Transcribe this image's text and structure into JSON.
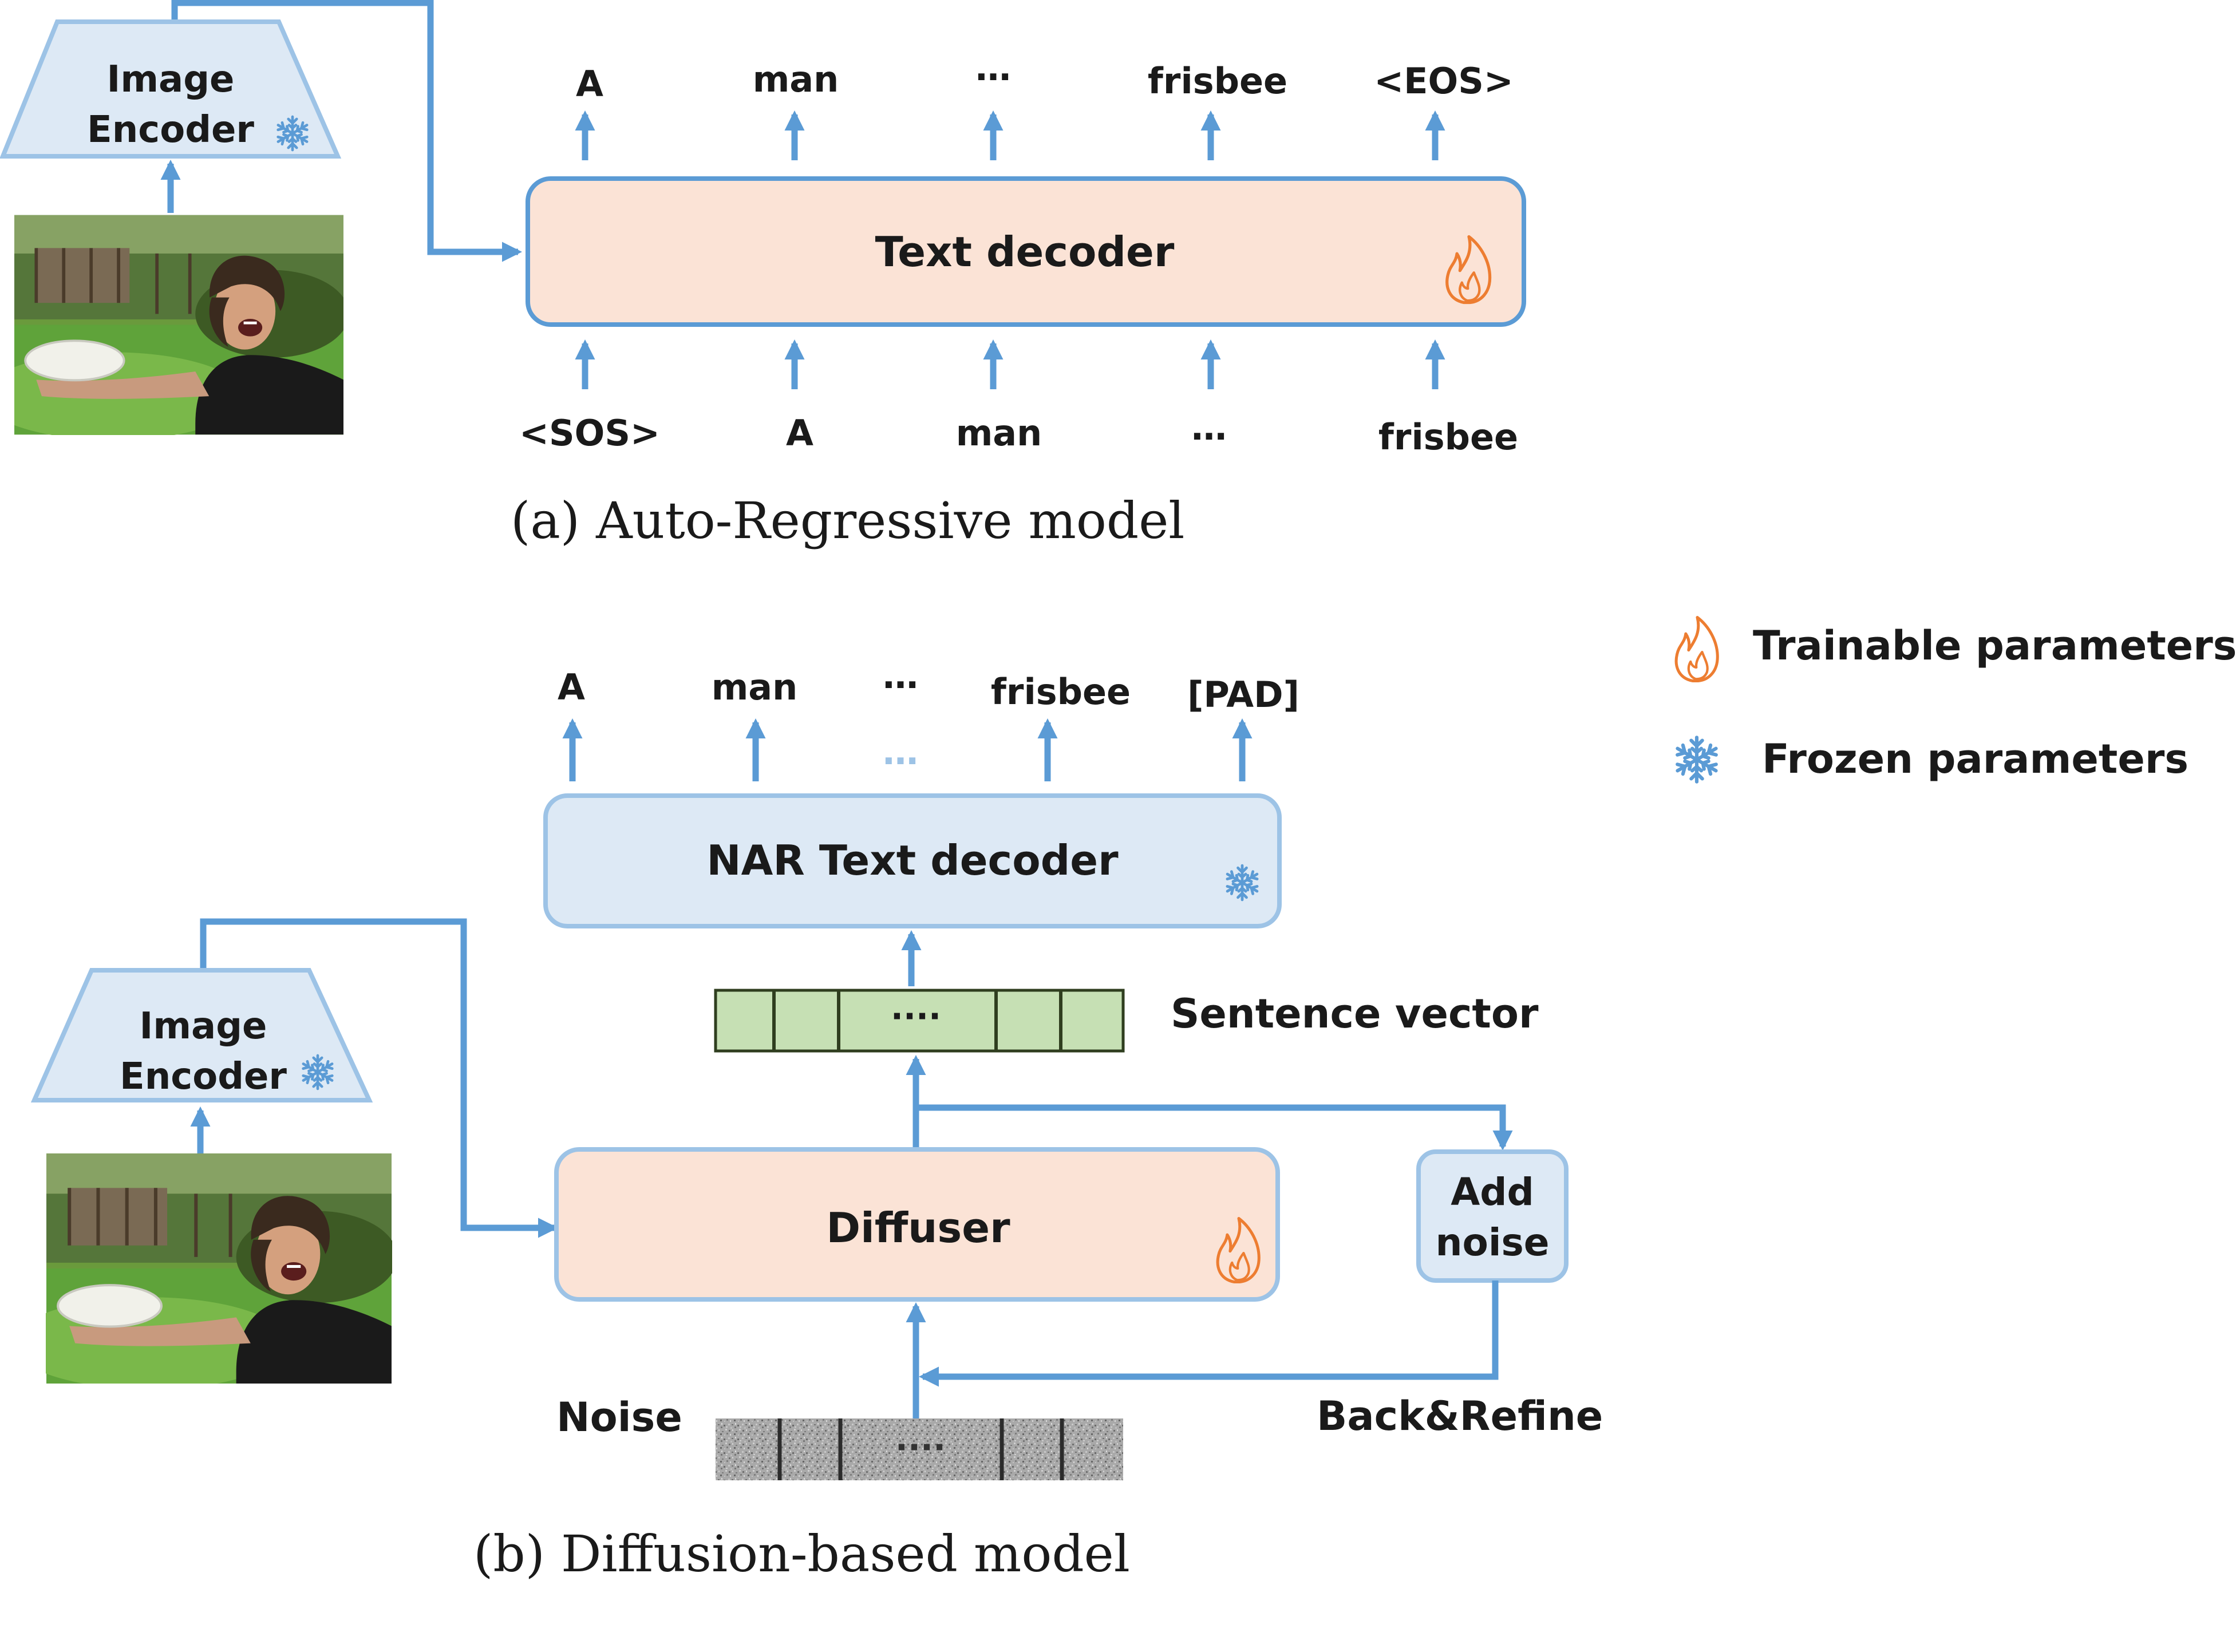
{
  "colors": {
    "arrow": "#5b9bd5",
    "box_blue_fill": "#dde9f5",
    "box_blue_stroke": "#9dc3e6",
    "box_orange_fill": "#fbe3d6",
    "vector_fill": "#c6e0b4",
    "vector_stroke": "#2f3e1f",
    "flame": "#ed7d31",
    "snowflake": "#5b9bd5"
  },
  "panel_a": {
    "encoder_label_line1": "Image",
    "encoder_label_line2": "Encoder",
    "decoder_label": "Text decoder",
    "outputs": [
      "A",
      "man",
      "…",
      "frisbee",
      "<EOS>"
    ],
    "inputs": [
      "<SOS>",
      "A",
      "man",
      "…",
      "frisbee"
    ],
    "caption": "(a) Auto-Regressive model"
  },
  "panel_b": {
    "encoder_label_line1": "Image",
    "encoder_label_line2": "Encoder",
    "decoder_label": "NAR Text decoder",
    "outputs": [
      "A",
      "man",
      "…",
      "frisbee",
      "[PAD]"
    ],
    "mid_dots": "…",
    "sentence_vector_label": "Sentence vector",
    "vector_dots": "····",
    "diffuser_label": "Diffuser",
    "add_noise_line1": "Add",
    "add_noise_line2": "noise",
    "noise_label": "Noise",
    "back_refine_label": "Back&Refine",
    "caption": "(b) Diffusion-based model"
  },
  "legend": {
    "trainable": "Trainable parameters",
    "frozen": "Frozen parameters"
  }
}
